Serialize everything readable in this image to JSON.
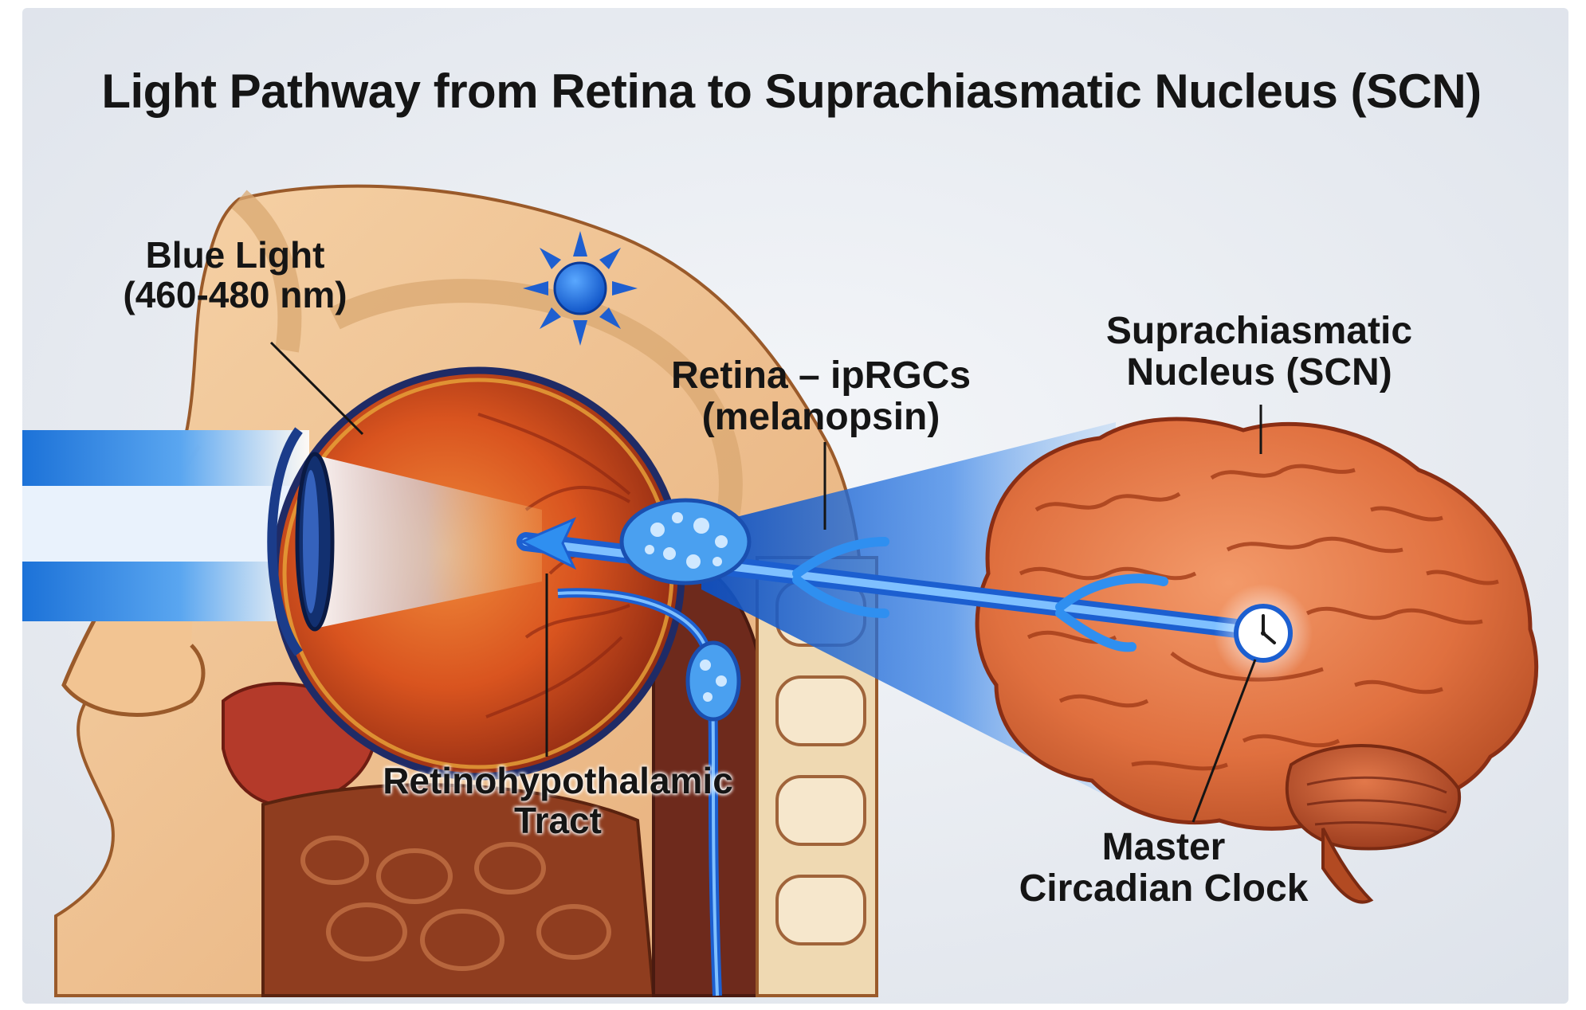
{
  "title": "Light Pathway from Retina to Suprachiasmatic Nucleus (SCN)",
  "labels": {
    "blue_light": {
      "line1": "Blue Light",
      "line2": "(460-480 nm)"
    },
    "retina": {
      "line1": "Retina – ipRGCs",
      "line2": "(melanopsin)"
    },
    "scn": {
      "line1": "Suprachiasmatic",
      "line2": "Nucleus (SCN)"
    },
    "rht": {
      "line1": "Retinohypothalamic",
      "line2": "Tract"
    },
    "clock": {
      "line1": "Master",
      "line2": "Circadian Clock"
    }
  },
  "colors": {
    "light_beam": "#1f7be0",
    "nerve_tract": "#2f8ff0",
    "brain": "#e0703f",
    "eye": "#d9541f",
    "skin": "#f0c290",
    "background": "#e4e8ef"
  },
  "icons": [
    "sun-icon",
    "clock-icon",
    "eye-illustration",
    "brain-illustration"
  ]
}
